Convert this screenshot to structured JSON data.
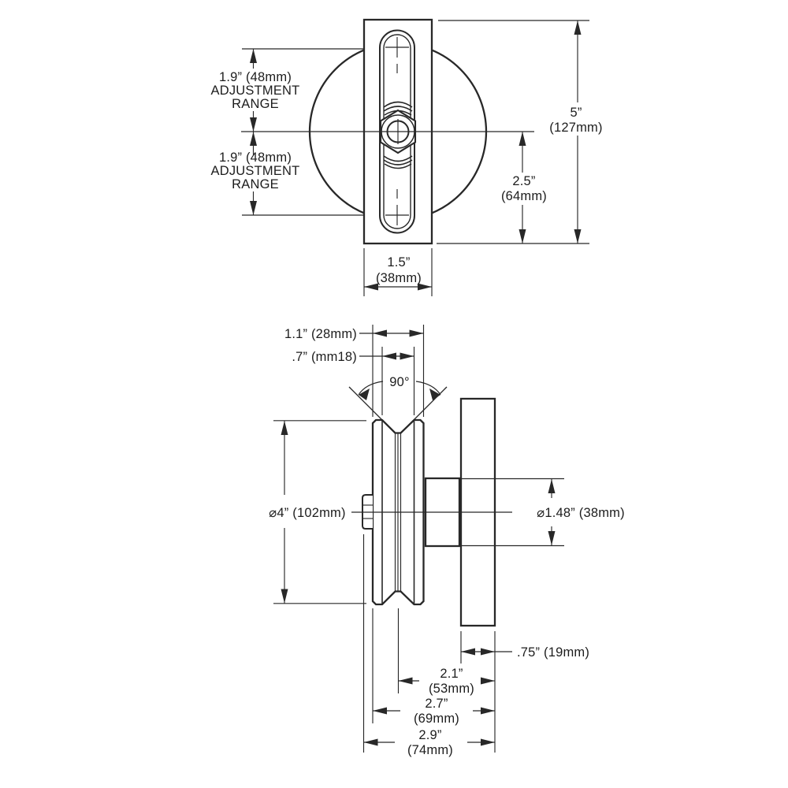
{
  "title": "V-groove wheel dimension drawing",
  "colors": {
    "line": "#282828",
    "text": "#1d1d1d",
    "bg": "#ffffff"
  },
  "front_view": {
    "adjustment_range_upper": {
      "line1": "1.9” (48mm)",
      "line2": "ADJUSTMENT",
      "line3": "RANGE"
    },
    "adjustment_range_lower": {
      "line1": "1.9” (48mm)",
      "line2": "ADJUSTMENT",
      "line3": "RANGE"
    },
    "overall_height": {
      "line1": "5”",
      "line2": "(127mm)"
    },
    "center_to_bottom": {
      "line1": "2.5”",
      "line2": "(64mm)"
    },
    "bracket_width": {
      "line1": "1.5”",
      "line2": "(38mm)"
    }
  },
  "side_view": {
    "flange_outer_width": "1.1” (28mm)",
    "groove_opening": ".7” (mm18)",
    "groove_angle": "90°",
    "wheel_diameter": "⌀4” (102mm)",
    "hub_diameter": "⌀1.48” (38mm)",
    "plate_thickness": ".75” (19mm)",
    "groove_to_plate": {
      "line1": "2.1”",
      "line2": "(53mm)"
    },
    "face_to_plate": {
      "line1": "2.7”",
      "line2": "(69mm)"
    },
    "overall_width": {
      "line1": "2.9”",
      "line2": "(74mm)"
    }
  }
}
